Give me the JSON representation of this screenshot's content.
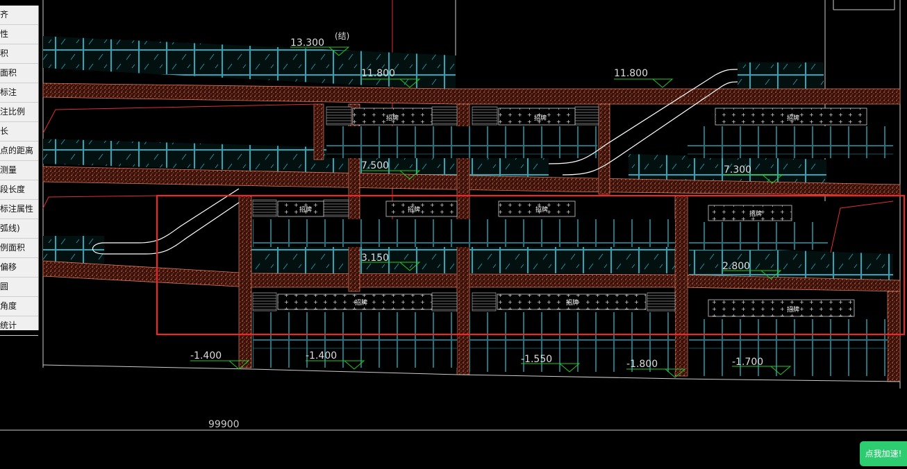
{
  "side_menu": {
    "items": [
      "齐",
      "性",
      "积",
      "面积",
      "标注",
      "注比例",
      "长",
      "点的距离",
      "测量",
      "段长度",
      "标注属性",
      "弧线)",
      "例面积",
      "偏移",
      "圆",
      "角度",
      "统计"
    ]
  },
  "drawing": {
    "elevations": {
      "top": "13.300",
      "top_note": "(结)",
      "level3_left": "11.800",
      "level3_right": "11.800",
      "level2_left": "7.500",
      "level2_right": "7.300",
      "level1_left": "3.150",
      "level1_right": "2.800",
      "ground": [
        "-1.400",
        "-1.400",
        "-1.550",
        "-1.800",
        "-1.700"
      ]
    },
    "sign_label": "招牌",
    "dimension": "99900",
    "colors": {
      "background": "#000000",
      "slab": "#e07a5f",
      "glass": "#2aa7b8",
      "mark": "#22cc22",
      "selection": "#ff2020"
    }
  },
  "accelerate_button": {
    "label": "点我加速!"
  }
}
